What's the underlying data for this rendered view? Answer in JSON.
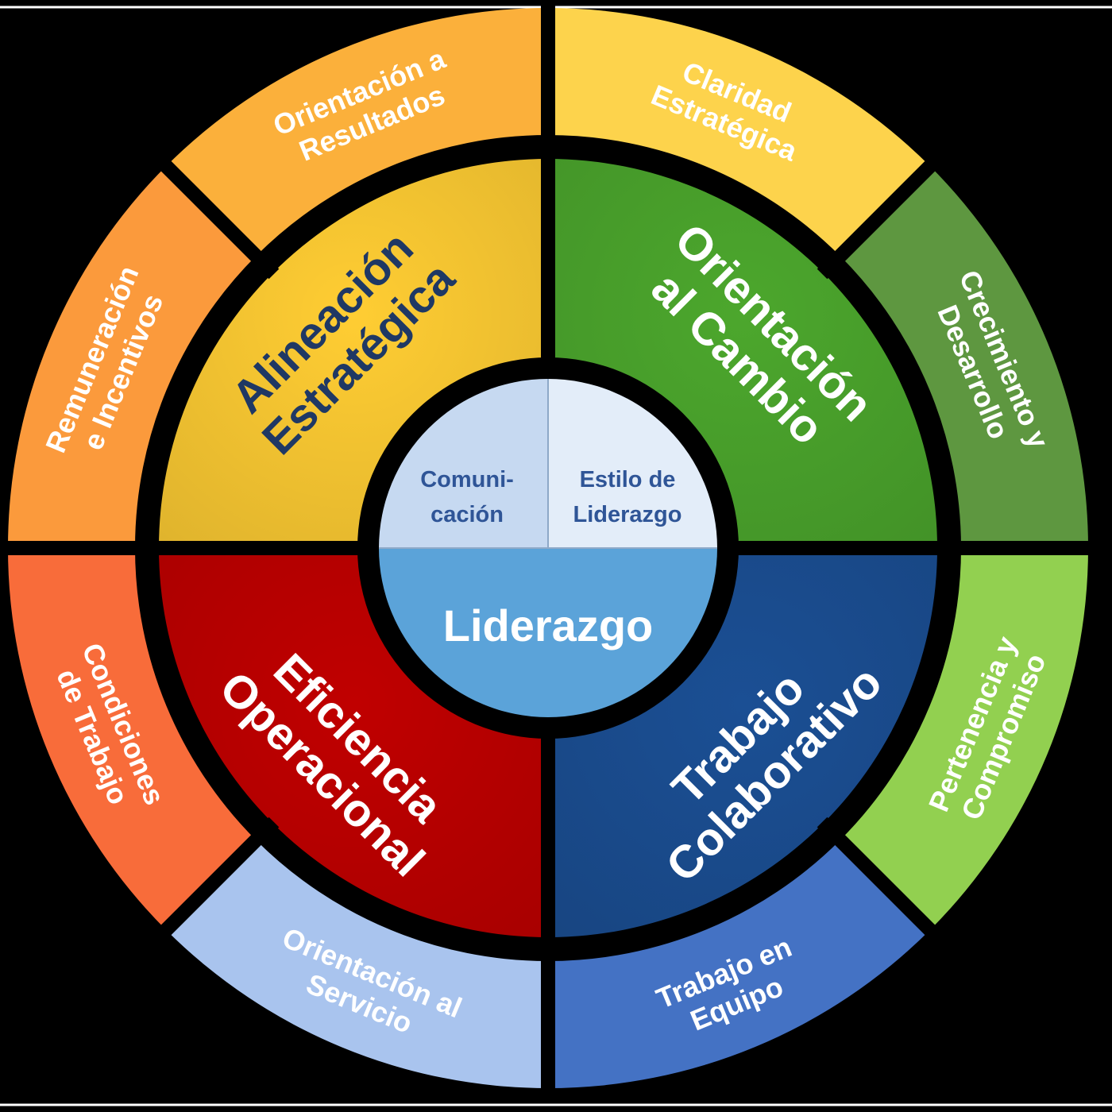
{
  "colors": {
    "background": "#000000",
    "frame_line": "#ffffff",
    "gap": "#000000"
  },
  "center": {
    "top_left": {
      "lines": [
        "Comuni-",
        "cación"
      ],
      "fill": "#c6d9f1",
      "text_color": "#2f5597"
    },
    "top_right": {
      "lines": [
        "Estilo de",
        "Liderazgo"
      ],
      "fill": "#e3edf9",
      "text_color": "#2f5597"
    },
    "bottom": {
      "label": "Liderazgo",
      "fill": "#5ba3d9",
      "text_color": "#ffffff"
    }
  },
  "inner_ring": [
    {
      "id": "alineacion",
      "lines": [
        "Alineación",
        "Estratégica"
      ],
      "fill": "#ffcd33",
      "text_color": "#1f3864"
    },
    {
      "id": "orientacion-cambio",
      "lines": [
        "Orientación",
        "al Cambio"
      ],
      "fill": "#4ca72d",
      "text_color": "#ffffff"
    },
    {
      "id": "trabajo-colaborativo",
      "lines": [
        "Trabajo",
        "Colaborativo"
      ],
      "fill": "#1b4f94",
      "text_color": "#ffffff"
    },
    {
      "id": "eficiencia",
      "lines": [
        "Eficiencia",
        "Operacional"
      ],
      "fill": "#c00000",
      "text_color": "#ffffff"
    }
  ],
  "outer_ring": [
    {
      "id": "claridad",
      "lines": [
        "Claridad",
        "Estratégica"
      ],
      "fill": "#fdd34c",
      "text_color": "#ffffff"
    },
    {
      "id": "crecimiento",
      "lines": [
        "Crecimiento y",
        "Desarrollo"
      ],
      "fill": "#5e9740",
      "text_color": "#ffffff"
    },
    {
      "id": "pertenencia",
      "lines": [
        "Pertenencia y",
        "Compromiso"
      ],
      "fill": "#92d050",
      "text_color": "#ffffff"
    },
    {
      "id": "trabajo-equipo",
      "lines": [
        "Trabajo en",
        "Equipo"
      ],
      "fill": "#4472c4",
      "text_color": "#ffffff"
    },
    {
      "id": "orientacion-servicio",
      "lines": [
        "Orientación al",
        "Servicio"
      ],
      "fill": "#a9c4ee",
      "text_color": "#ffffff"
    },
    {
      "id": "condiciones",
      "lines": [
        "Condiciones",
        "de Trabajo"
      ],
      "fill": "#f86c3a",
      "text_color": "#ffffff"
    },
    {
      "id": "remuneracion",
      "lines": [
        "Remuneración",
        "e Incentivos"
      ],
      "fill": "#fb9a3c",
      "text_color": "#ffffff"
    },
    {
      "id": "orientacion-resultados",
      "lines": [
        "Orientación a",
        "Resultados"
      ],
      "fill": "#fbb03b",
      "text_color": "#ffffff"
    }
  ]
}
